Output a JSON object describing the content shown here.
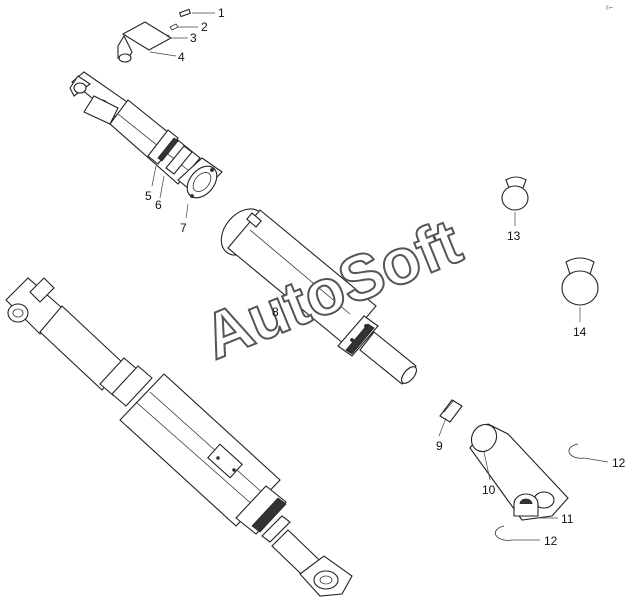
{
  "watermark": "AutoSoft",
  "corner_mark": "r⌐",
  "callouts": [
    {
      "id": "c1",
      "text": "1"
    },
    {
      "id": "c2",
      "text": "2"
    },
    {
      "id": "c3",
      "text": "3"
    },
    {
      "id": "c4",
      "text": "4"
    },
    {
      "id": "c5",
      "text": "5"
    },
    {
      "id": "c6",
      "text": "6"
    },
    {
      "id": "c7",
      "text": "7"
    },
    {
      "id": "c8",
      "text": "8"
    },
    {
      "id": "c9",
      "text": "9"
    },
    {
      "id": "c10",
      "text": "10"
    },
    {
      "id": "c11",
      "text": "11"
    },
    {
      "id": "c12a",
      "text": "12"
    },
    {
      "id": "c12b",
      "text": "12"
    },
    {
      "id": "c13",
      "text": "13"
    },
    {
      "id": "c14",
      "text": "14"
    }
  ]
}
